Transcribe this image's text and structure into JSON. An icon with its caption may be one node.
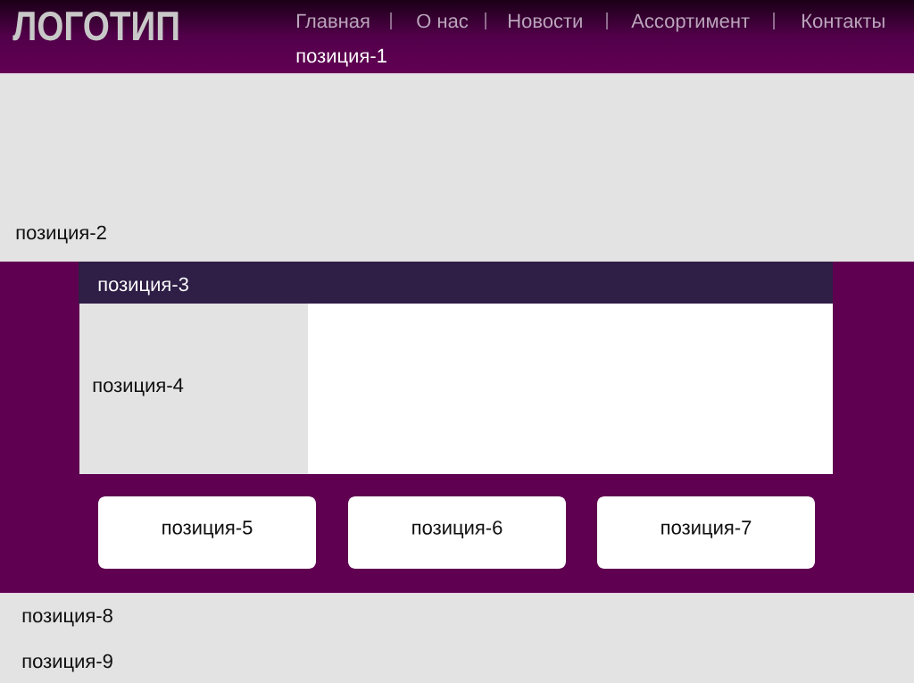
{
  "diagram": {
    "nodes": [
      {
        "text": [
          "ЛОГОТИП",
          "Главная",
          "О нас",
          "Новости",
          "Ассортимент",
          "Контакты",
          "позиция-1"
        ]
      },
      {
        "text": [
          "позиция-2"
        ]
      },
      {
        "text": [],
        "shape": "box"
      },
      {
        "text": [
          "позиция-3"
        ],
        "in": 2
      },
      {
        "text": [
          "позиция-4"
        ],
        "in": 2
      },
      {
        "text": [],
        "shape": "box",
        "in": 2
      },
      {
        "text": [
          "позиция-5"
        ],
        "in": 2
      },
      {
        "text": [
          "позиция-6"
        ],
        "in": 2
      },
      {
        "text": [
          "позиция-7"
        ],
        "in": 2
      },
      {
        "text": [
          "позиция-8",
          "позиция-9"
        ]
      }
    ]
  }
}
